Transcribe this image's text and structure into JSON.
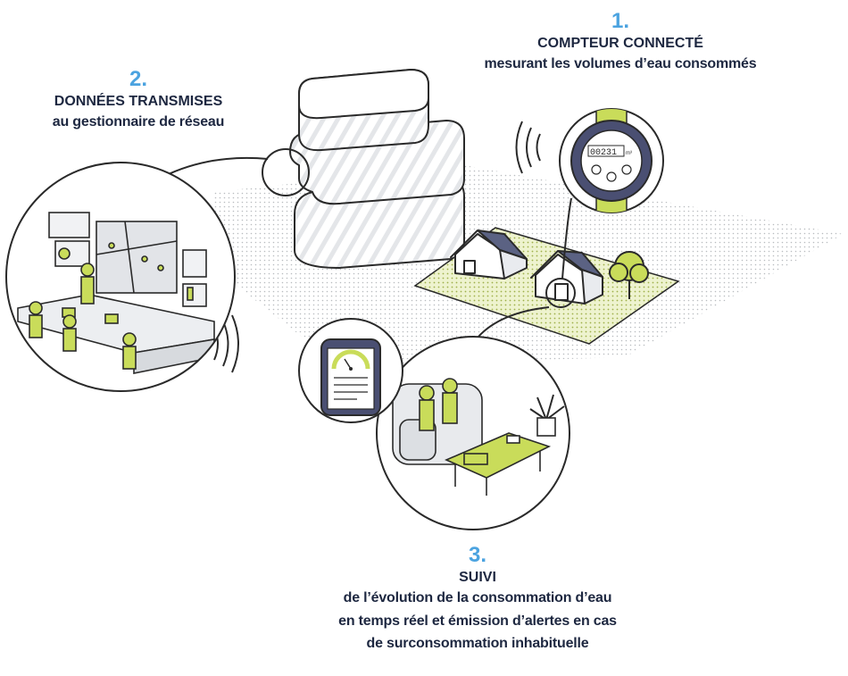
{
  "steps": [
    {
      "number": "1.",
      "title": "COMPTEUR CONNECTÉ",
      "lines": [
        "mesurant les volumes d’eau consommés"
      ]
    },
    {
      "number": "2.",
      "title": "DONNÉES TRANSMISES",
      "lines": [
        "au gestionnaire de réseau"
      ]
    },
    {
      "number": "3.",
      "title": "SUIVI",
      "lines": [
        "de l’évolution de la consommation d’eau",
        "en temps réel et émission d’alertes en cas",
        "de surconsommation inhabituelle"
      ]
    }
  ],
  "meter": {
    "digits": "00231",
    "unit": "m³"
  },
  "colors": {
    "accent_green": "#c9dc5a",
    "number_blue": "#4ba3e0",
    "title_navy": "#1d2740",
    "outline": "#2a2a2a",
    "meter_ring": "#4a4f72"
  }
}
